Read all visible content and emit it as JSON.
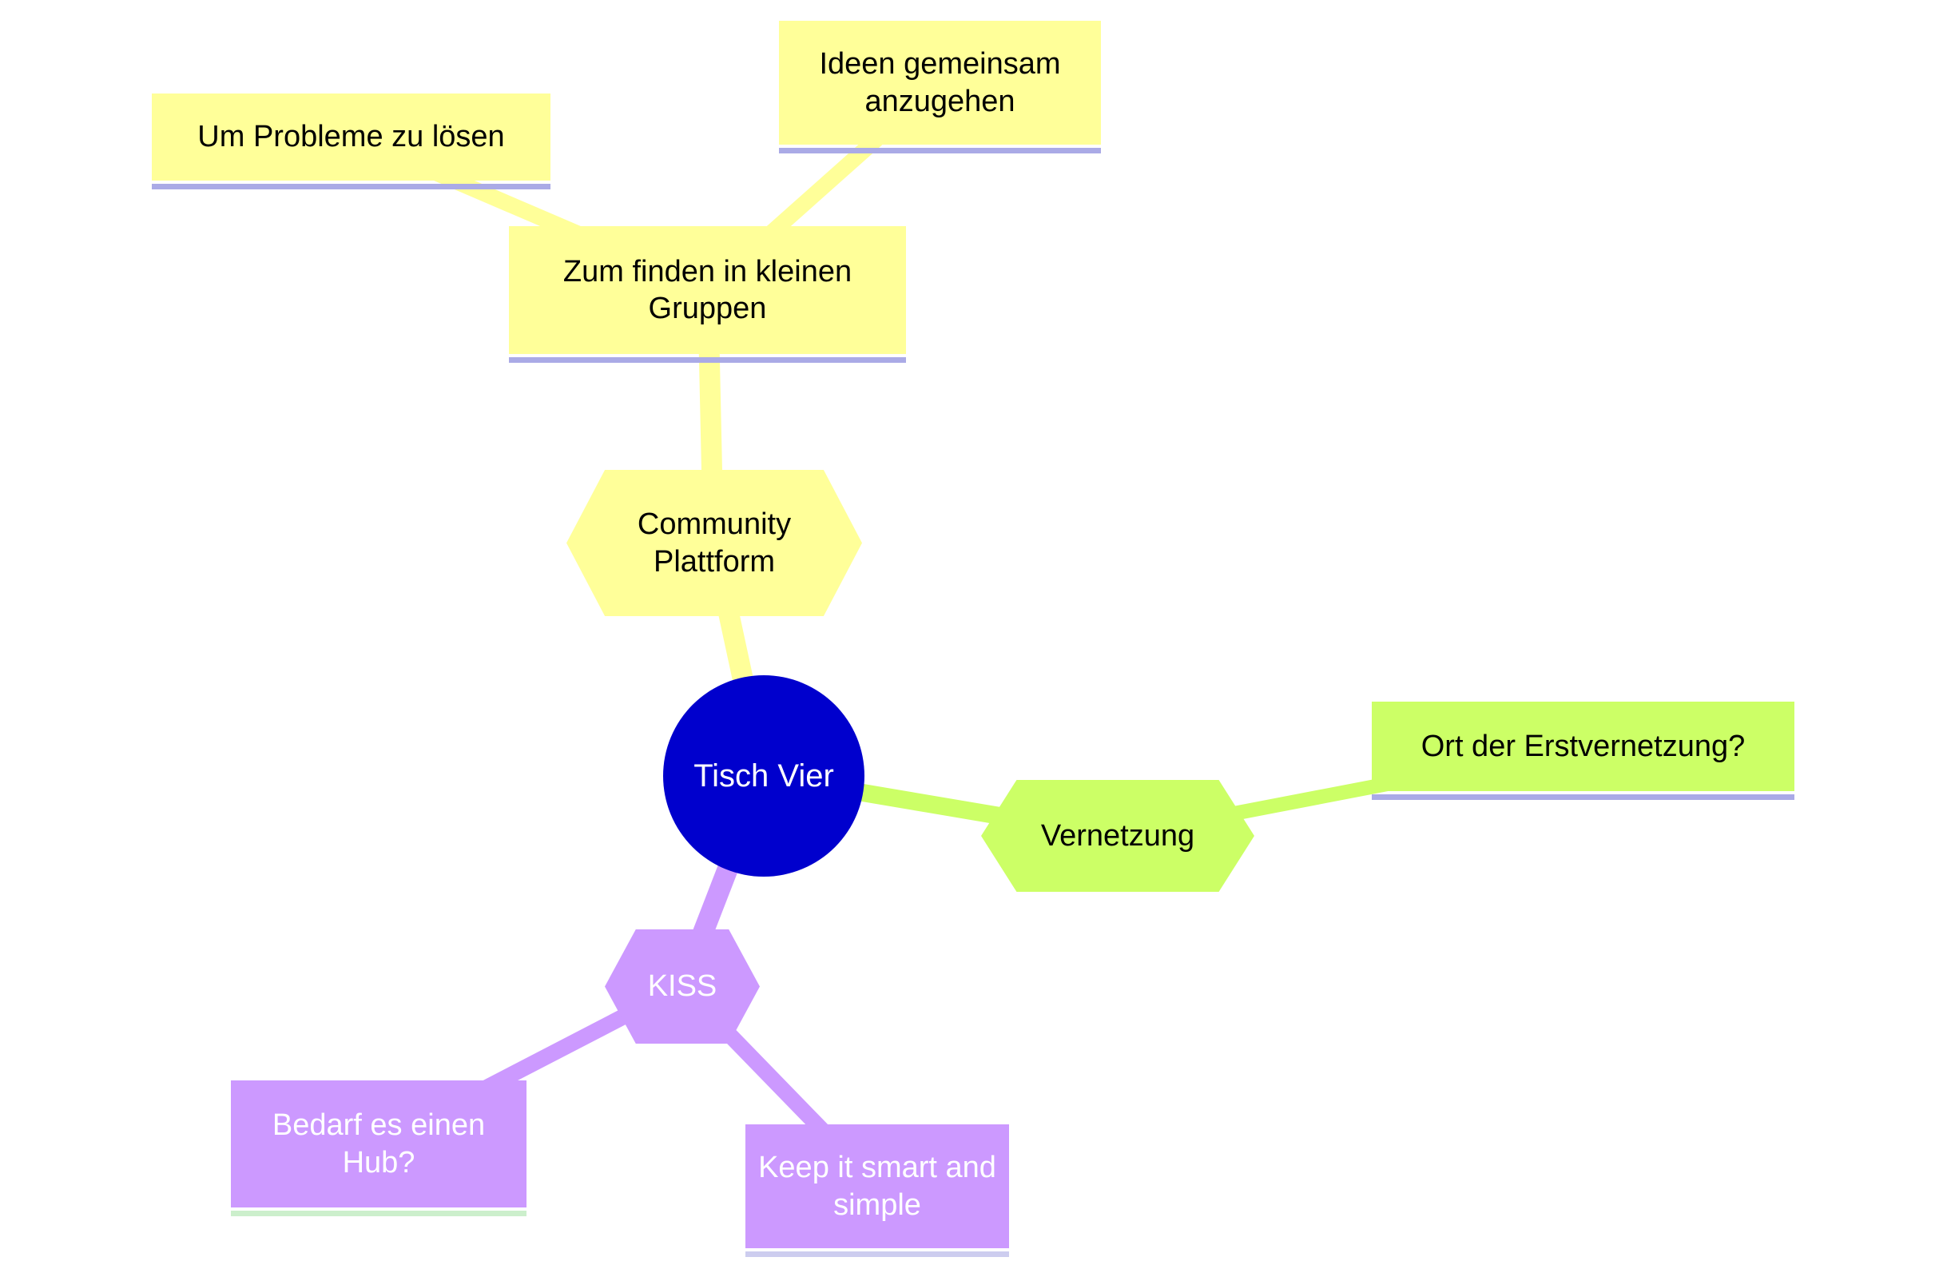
{
  "root": {
    "label": "Tisch Vier"
  },
  "branches": [
    {
      "name": "community-plattform",
      "color": "#FFFF99",
      "label": "Community Plattform",
      "children": [
        {
          "label": "Zum finden in kleinen Gruppen",
          "children": [
            {
              "label": "Um Probleme zu lösen"
            },
            {
              "label": "Ideen gemeinsam anzugehen"
            }
          ]
        }
      ]
    },
    {
      "name": "vernetzung",
      "color": "#CCFF66",
      "label": "Vernetzung",
      "children": [
        {
          "label": "Ort der Erstvernetzung?"
        }
      ]
    },
    {
      "name": "kiss",
      "color": "#CC99FF",
      "label": "KISS",
      "children": [
        {
          "label": "Bedarf es einen Hub?"
        },
        {
          "label": "Keep it smart and simple"
        }
      ]
    }
  ],
  "colors": {
    "yellow": "#FFFF99",
    "green": "#CCFF66",
    "purple": "#CC99FF",
    "blue": "#0000CD",
    "ul_lavender": "#AAAAE6",
    "ul_green": "#CCEFCC",
    "ul_pale": "#CDCDEF",
    "bg": "#FFFFFF",
    "text_dark": "#000000",
    "text_light": "#FFFFFF"
  }
}
